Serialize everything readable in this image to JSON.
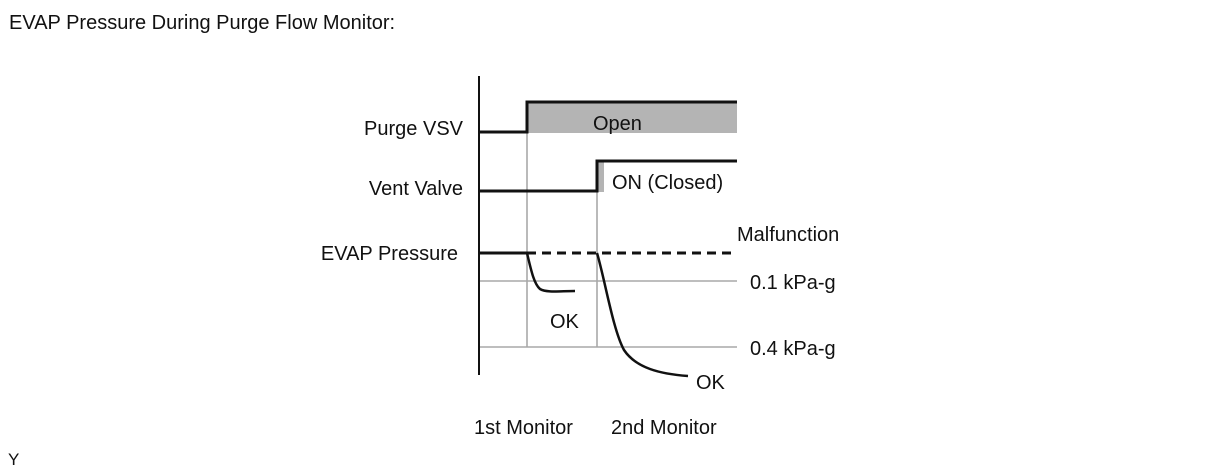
{
  "title": "EVAP Pressure During Purge Flow Monitor:",
  "signals": {
    "purge_vsv": "Purge VSV",
    "vent_valve": "Vent Valve",
    "evap_pressure": "EVAP Pressure"
  },
  "states": {
    "open": "Open",
    "on_closed": "ON (Closed)"
  },
  "thresholds": {
    "malfunction": "Malfunction",
    "t1": "0.1 kPa-g",
    "t2": "0.4 kPa-g"
  },
  "results": {
    "ok_1": "OK",
    "ok_2": "OK"
  },
  "phases": {
    "first": "1st Monitor",
    "second": "2nd Monitor"
  },
  "footer": {
    "code": "Y"
  },
  "colors": {
    "line": "#111111",
    "fill_gray": "#b4b4b4",
    "grid_gray": "#a8a8a8"
  }
}
